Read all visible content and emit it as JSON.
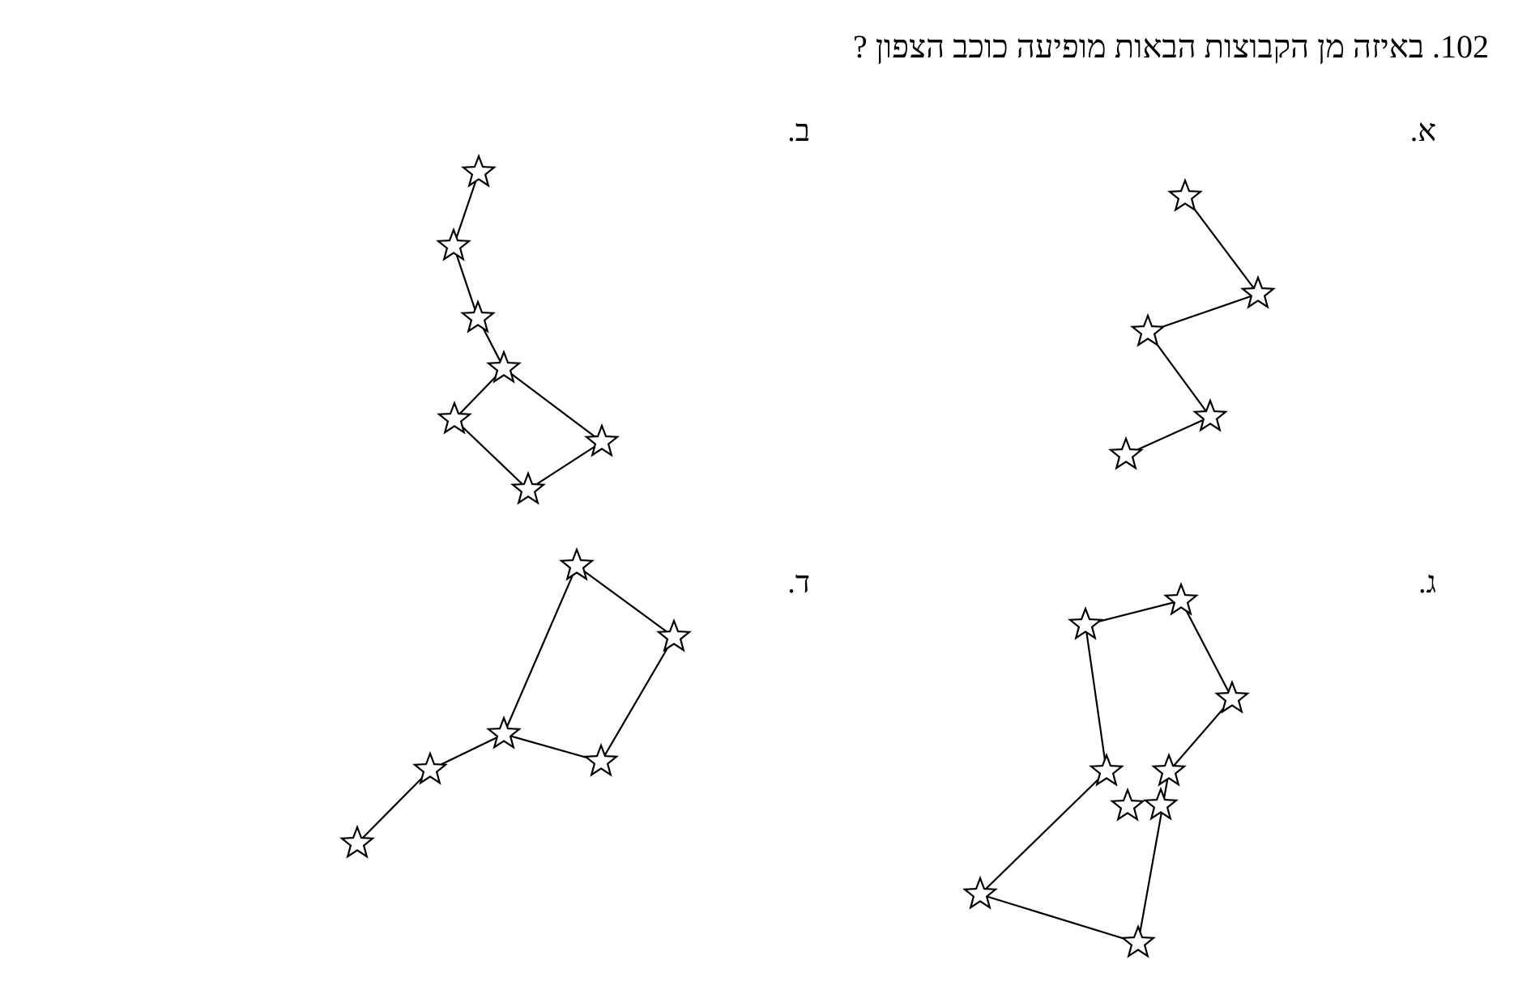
{
  "question": "102. באיזה מן  הקבוצות הבאות מופיעה כוכב הצפון ?",
  "options": [
    {
      "id": "a",
      "label": "א."
    },
    {
      "id": "b",
      "label": "ב."
    },
    {
      "id": "g",
      "label": "ג."
    },
    {
      "id": "d",
      "label": "ד."
    }
  ],
  "star_icon": "star-outline-icon"
}
